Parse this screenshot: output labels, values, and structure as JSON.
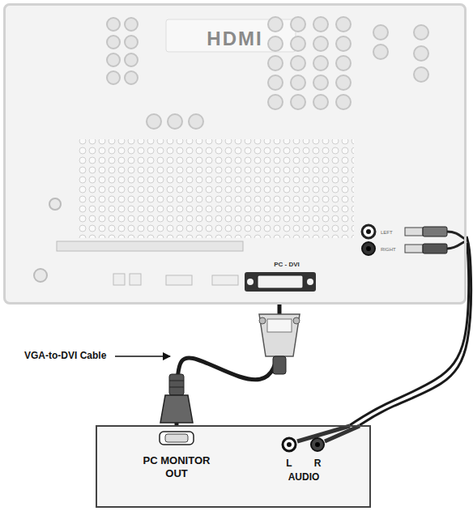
{
  "diagram": {
    "nodes": [
      {
        "text": [
          "HDMI",
          "PC - DVI",
          "LEFT",
          "RIGHT"
        ]
      },
      {
        "text": [
          "PC MONITOR OUT",
          "L",
          "R",
          "AUDIO"
        ]
      }
    ],
    "edges": [
      {
        "from": 1,
        "to": 0,
        "arrow": "none"
      },
      {
        "from": 1,
        "to": 0,
        "arrow": "none"
      },
      {
        "from": 1,
        "to": 0,
        "arrow": "none"
      }
    ],
    "labels": [
      "VGA-to-DVI Cable"
    ]
  }
}
